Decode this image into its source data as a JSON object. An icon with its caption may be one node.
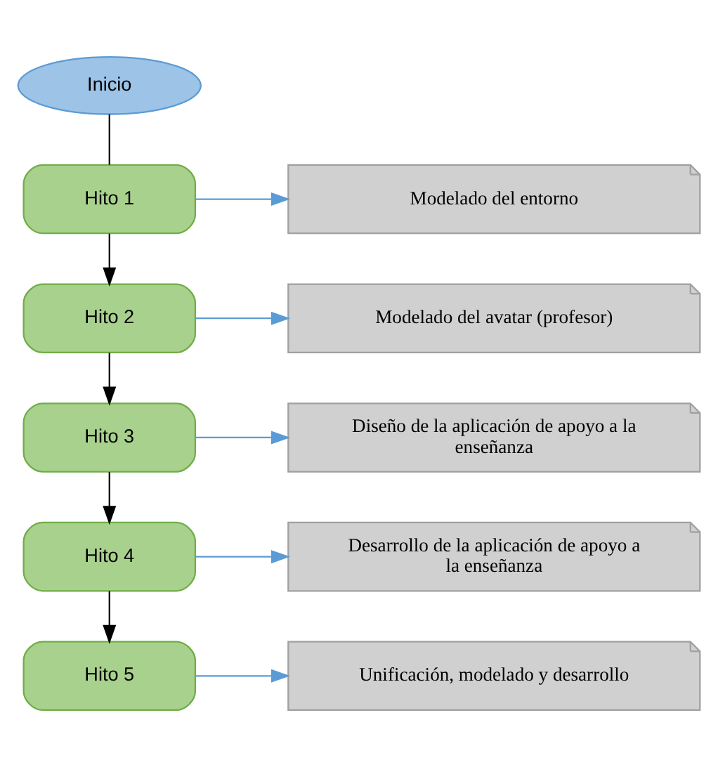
{
  "diagram": {
    "nodes": [
      {
        "text": [
          "Inicio"
        ]
      },
      {
        "text": [
          "Hito 1"
        ]
      },
      {
        "text": [
          "Modelado del entorno"
        ]
      },
      {
        "text": [
          "Hito 2"
        ]
      },
      {
        "text": [
          "Modelado del avatar (profesor)"
        ]
      },
      {
        "text": [
          "Hito 3"
        ]
      },
      {
        "text": [
          "Diseño de la aplicación de apoyo a la enseñanza"
        ]
      },
      {
        "text": [
          "Hito 4"
        ]
      },
      {
        "text": [
          "Desarrollo de la aplicación de apoyo a la enseñanza"
        ]
      },
      {
        "text": [
          "Hito 5"
        ]
      },
      {
        "text": [
          "Unificación, modelado y desarrollo"
        ]
      }
    ],
    "edges": [
      {
        "from": 0,
        "to": 1,
        "arrow": "none"
      },
      {
        "from": 1,
        "to": 2,
        "arrow": "to",
        "color": "#5b9bd5"
      },
      {
        "from": 1,
        "to": 3,
        "arrow": "to"
      },
      {
        "from": 3,
        "to": 4,
        "arrow": "to",
        "color": "#5b9bd5"
      },
      {
        "from": 3,
        "to": 5,
        "arrow": "to"
      },
      {
        "from": 5,
        "to": 6,
        "arrow": "to",
        "color": "#5b9bd5"
      },
      {
        "from": 5,
        "to": 7,
        "arrow": "to"
      },
      {
        "from": 7,
        "to": 8,
        "arrow": "to",
        "color": "#5b9bd5"
      },
      {
        "from": 7,
        "to": 9,
        "arrow": "to"
      },
      {
        "from": 9,
        "to": 10,
        "arrow": "to",
        "color": "#5b9bd5"
      }
    ]
  }
}
